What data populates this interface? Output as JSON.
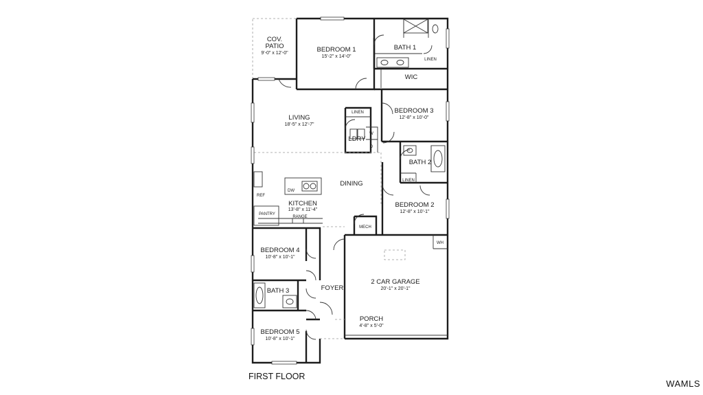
{
  "caption": "FIRST FLOOR",
  "brand": "WAMLS",
  "rooms": {
    "patio": {
      "name_a": "COV.",
      "name_b": "PATIO",
      "dim": "9'-0\" x 12'-0\""
    },
    "bedroom1": {
      "name": "BEDROOM 1",
      "dim": "15'-2\" x 14'-0\""
    },
    "bath1": {
      "name": "BATH 1"
    },
    "wic": {
      "name": "WIC"
    },
    "bedroom3": {
      "name": "BEDROOM 3",
      "dim": "12'-8\" x 10'-0\""
    },
    "living": {
      "name": "LIVING",
      "dim": "18'-5\" x 12'-7\""
    },
    "ldry": {
      "name": "LDRY"
    },
    "bath2": {
      "name": "BATH 2"
    },
    "dining": {
      "name": "DINING"
    },
    "kitchen": {
      "name": "KITCHEN",
      "dim": "13'-8\" x 11'-4\""
    },
    "bedroom2": {
      "name": "BEDROOM 2",
      "dim": "12'-8\" x 10'-1\""
    },
    "bedroom4": {
      "name": "BEDROOM 4",
      "dim": "10'-8\" x 10'-1\""
    },
    "garage": {
      "name": "2 CAR GARAGE",
      "dim": "20'-1\" x 20'-1\""
    },
    "bath3": {
      "name": "BATH 3"
    },
    "foyer": {
      "name": "FOYER"
    },
    "porch": {
      "name": "PORCH",
      "dim": "4'-8\" x 5'-0\""
    },
    "bedroom5": {
      "name": "BEDROOM 5",
      "dim": "10'-8\" x 10'-1\""
    }
  },
  "labels": {
    "linen": "LINEN",
    "w": "W",
    "d": "D",
    "dw": "DW",
    "ref": "REF",
    "pantry": "PANTRY",
    "range": "RANGE",
    "mech": "MECH",
    "wh": "WH"
  }
}
